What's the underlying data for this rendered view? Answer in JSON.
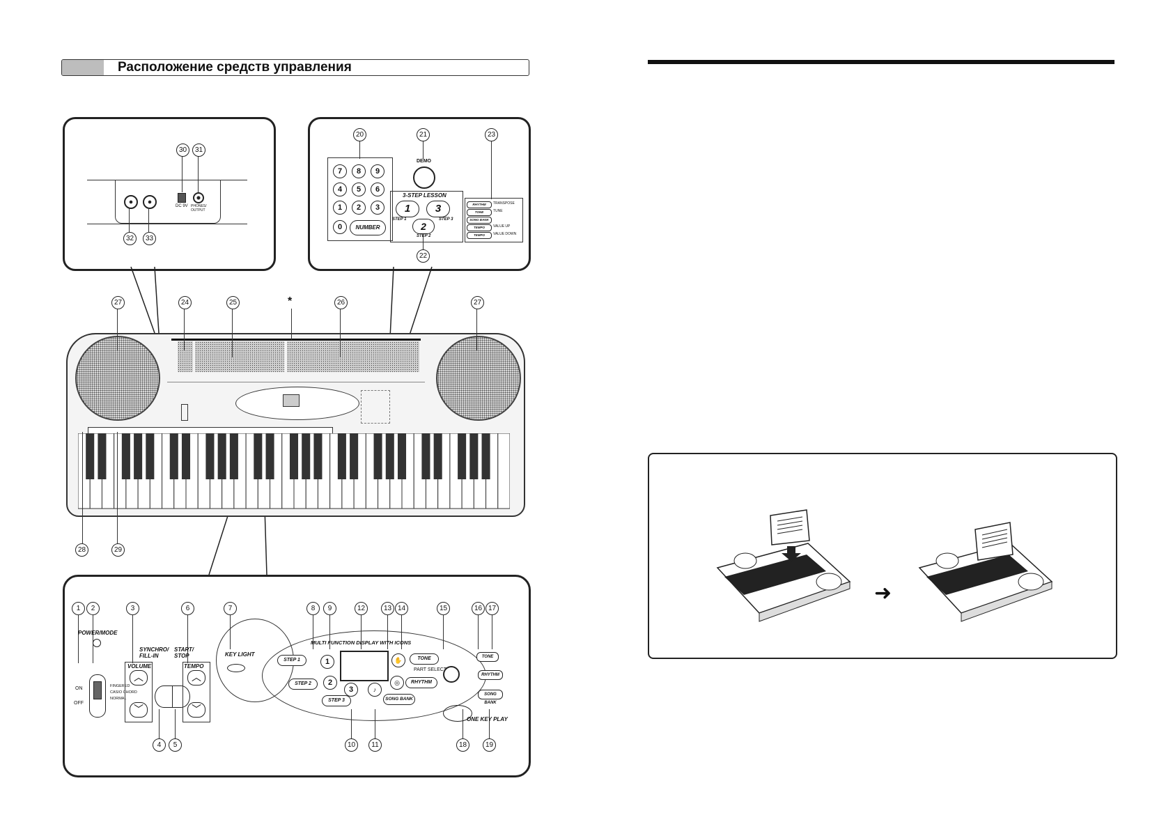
{
  "page": {
    "title": "Расположение средств управления"
  },
  "labels": {
    "n1": "1",
    "n2": "2",
    "n3": "3",
    "n4": "4",
    "n5": "5",
    "n6": "6",
    "n7": "7",
    "n8": "8",
    "n9": "9",
    "n10": "10",
    "n11": "11",
    "n12": "12",
    "n13": "13",
    "n14": "14",
    "n15": "15",
    "n16": "16",
    "n17": "17",
    "n18": "18",
    "n19": "19",
    "n20": "20",
    "n21": "21",
    "n22": "22",
    "n23": "23",
    "n24": "24",
    "n25": "25",
    "n26": "26",
    "n27": "27",
    "n28": "28",
    "n29": "29",
    "n30": "30",
    "n31": "31",
    "n32": "32",
    "n33": "33",
    "star": "*"
  },
  "top_right_panel": {
    "keypad": [
      "7",
      "8",
      "9",
      "4",
      "5",
      "6",
      "1",
      "2",
      "3",
      "0"
    ],
    "number_label": "NUMBER",
    "demo_label": "DEMO",
    "lesson_title": "3-STEP LESSON",
    "step1": "1",
    "step2": "2",
    "step3": "3",
    "step1_label": "STEP 1",
    "step2_label": "STEP 2",
    "step3_label": "STEP 3",
    "modes": [
      "RHYTHM",
      "TONE",
      "SONG BANK",
      "TEMPO",
      "TEMPO"
    ],
    "mode_values": [
      "TRANSPOSE",
      "TUNE",
      "",
      "VALUE UP",
      "VALUE DOWN"
    ]
  },
  "top_left_panel": {
    "dc_label": "DC 9V",
    "phones_label": "PHONES/ OUTPUT"
  },
  "bottom_panel": {
    "power_mode": "POWER/MODE",
    "volume": "VOLUME",
    "synchro": "SYNCHRO/ FILL-IN",
    "start_stop": "START/ STOP",
    "tempo": "TEMPO",
    "key_light": "KEY LIGHT",
    "display_title": "MULTI FUNCTION DISPLAY WITH ICONS",
    "step1": "STEP 1",
    "step2": "STEP 2",
    "step3": "STEP 3",
    "tone": "TONE",
    "rhythm": "RHYTHM",
    "song_bank": "SONG BANK",
    "part_select": "PART SELECT",
    "one_key_play": "ONE KEY PLAY",
    "on": "ON",
    "off": "OFF",
    "fingered": "FINGERED",
    "casio_chord": "CASIO CHORD",
    "normal": "NORMAL"
  },
  "arrow": "➜"
}
